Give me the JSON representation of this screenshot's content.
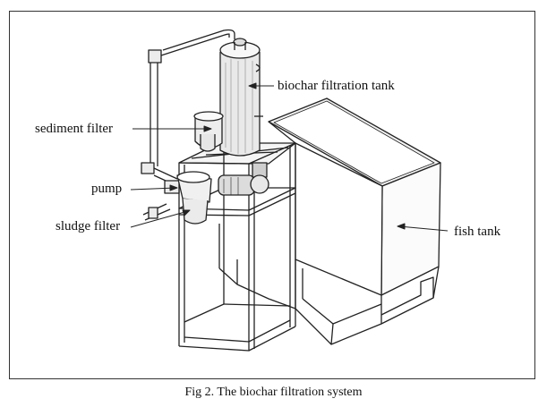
{
  "labels": {
    "biochar_tank": "biochar filtration tank",
    "sediment_filter": "sediment filter",
    "pump": "pump",
    "sludge_filter": "sludge filter",
    "fish_tank": "fish tank"
  },
  "caption": "Fig 2. The biochar filtration system"
}
